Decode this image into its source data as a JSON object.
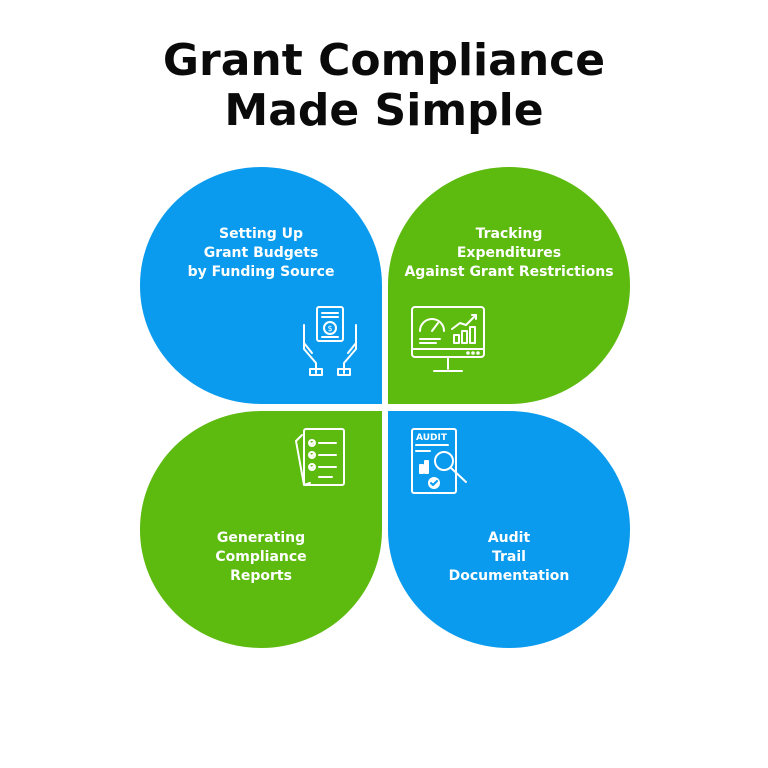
{
  "title": {
    "line1": "Grant Compliance",
    "line2": "Made Simple"
  },
  "colors": {
    "blue": "#0a9bee",
    "green": "#5dba0f",
    "text": "#0a0a0a",
    "white": "#ffffff"
  },
  "quadrants": [
    {
      "lines": [
        "Setting Up",
        "Grant Budgets",
        "by Funding Source"
      ],
      "color": "blue",
      "icon": "hands-budget-icon"
    },
    {
      "lines": [
        "Tracking",
        "Expenditures",
        "Against Grant Restrictions"
      ],
      "color": "green",
      "icon": "monitor-dashboard-icon"
    },
    {
      "lines": [
        "Generating",
        "Compliance",
        "Reports"
      ],
      "color": "green",
      "icon": "checklist-report-icon"
    },
    {
      "lines": [
        "Audit",
        "Trail",
        "Documentation"
      ],
      "color": "blue",
      "icon": "audit-magnifier-icon",
      "icon_text": "AUDIT"
    }
  ]
}
